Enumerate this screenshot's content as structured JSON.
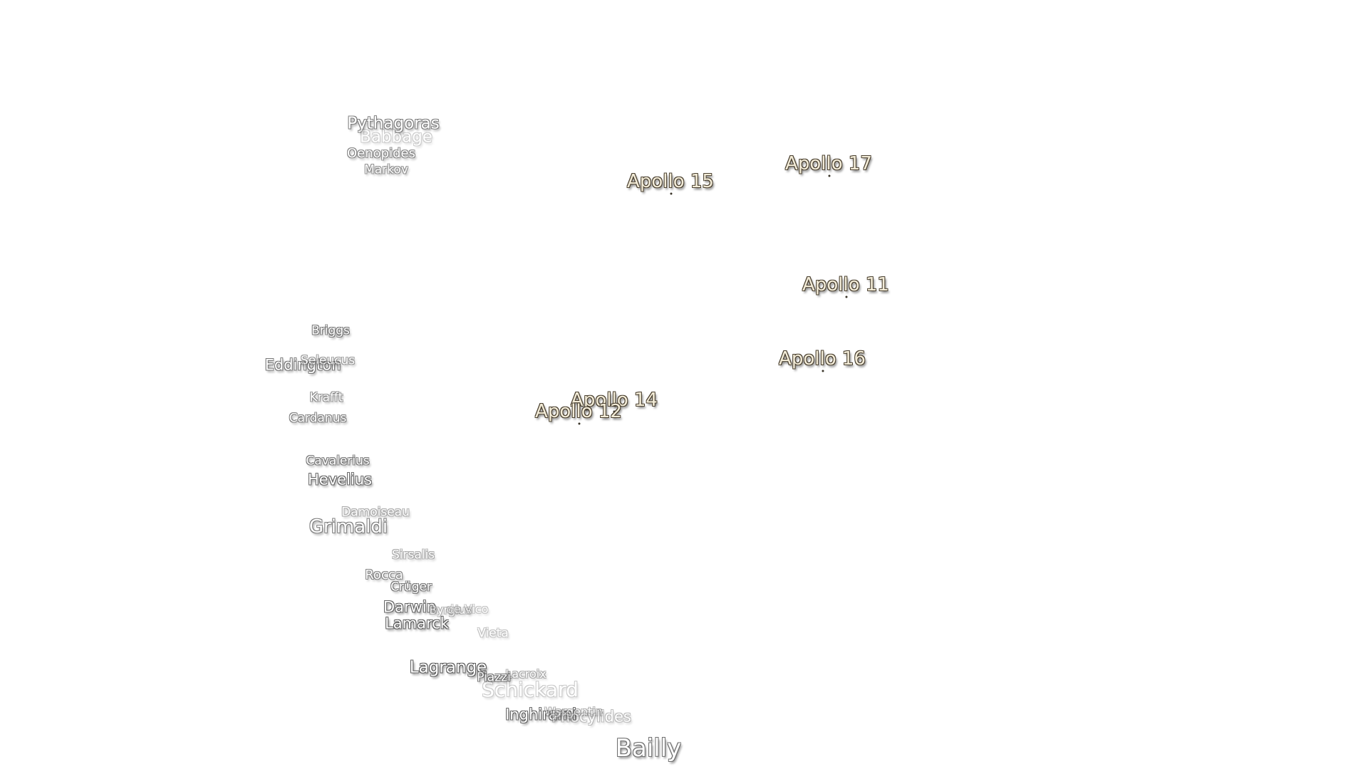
{
  "craters": [
    {
      "name": "Pythagoras",
      "opacity": 0.75
    },
    {
      "name": "Babbage",
      "opacity": 0.3
    },
    {
      "name": "Oenopides",
      "opacity": 0.7
    },
    {
      "name": "Markov",
      "opacity": 0.65
    },
    {
      "name": "Briggs",
      "opacity": 0.8
    },
    {
      "name": "Eddington",
      "opacity": 0.8
    },
    {
      "name": "Seleucus",
      "opacity": 0.6
    },
    {
      "name": "Krafft",
      "opacity": 0.65
    },
    {
      "name": "Cardanus",
      "opacity": 0.75
    },
    {
      "name": "Cavalerius",
      "opacity": 0.8
    },
    {
      "name": "Hevelius",
      "opacity": 0.9
    },
    {
      "name": "Damoiseau",
      "opacity": 0.5
    },
    {
      "name": "Grimaldi",
      "opacity": 0.75
    },
    {
      "name": "Sirsalis",
      "opacity": 0.5
    },
    {
      "name": "Rocca",
      "opacity": 0.7
    },
    {
      "name": "Crüger",
      "opacity": 0.8
    },
    {
      "name": "Darwin",
      "opacity": 0.9
    },
    {
      "name": "Byrgius",
      "opacity": 0.45
    },
    {
      "name": "de Vico",
      "opacity": 0.35
    },
    {
      "name": "Lamarck",
      "opacity": 0.95
    },
    {
      "name": "Vieta",
      "opacity": 0.35
    },
    {
      "name": "Lagrange",
      "opacity": 0.95
    },
    {
      "name": "Lacroix",
      "opacity": 0.5
    },
    {
      "name": "Piazzi",
      "opacity": 0.85
    },
    {
      "name": "Schickard",
      "opacity": 0.3
    },
    {
      "name": "Inghirami",
      "opacity": 0.9
    },
    {
      "name": "Wargentin",
      "opacity": 0.5
    },
    {
      "name": "Phocylides",
      "opacity": 0.4
    },
    {
      "name": "Bailly",
      "opacity": 0.85
    }
  ],
  "apollo_sites": [
    {
      "name": "Apollo 15"
    },
    {
      "name": "Apollo 17"
    },
    {
      "name": "Apollo 11"
    },
    {
      "name": "Apollo 16"
    },
    {
      "name": "Apollo 14"
    },
    {
      "name": "Apollo 12"
    }
  ]
}
